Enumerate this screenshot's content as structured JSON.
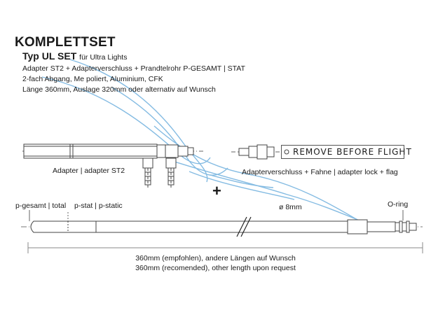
{
  "header": {
    "title": "KOMPLETTSET",
    "subtitle_main": "Typ UL SET",
    "subtitle_small": "für Ultra Lights"
  },
  "specs": [
    "Adapter ST2 + Adapterverschluss + Prandtelrohr P-GESAMT | STAT",
    "2-fach Abgang, Me poliert, Aluminium, CFK",
    "Länge 360mm, Auslage 320mm oder alternativ auf  Wunsch"
  ],
  "labels": {
    "adapter": "Adapter | adapter ST2",
    "lock": "Adapterverschluss + Fahne | adapter lock + flag",
    "flag": "REMOVE BEFORE FLIGHT",
    "plus": "+",
    "p_total": "p-gesamt | total",
    "p_static": "p-stat | p-static",
    "diameter": "ø 8mm",
    "oring": "O-ring"
  },
  "dimension": {
    "line1": "360mm (empfohlen), andere Längen auf Wunsch",
    "line2": "360mm (recomended), other length upon request"
  },
  "colors": {
    "line": "#444444",
    "ribbon": "#5aa0d2"
  }
}
